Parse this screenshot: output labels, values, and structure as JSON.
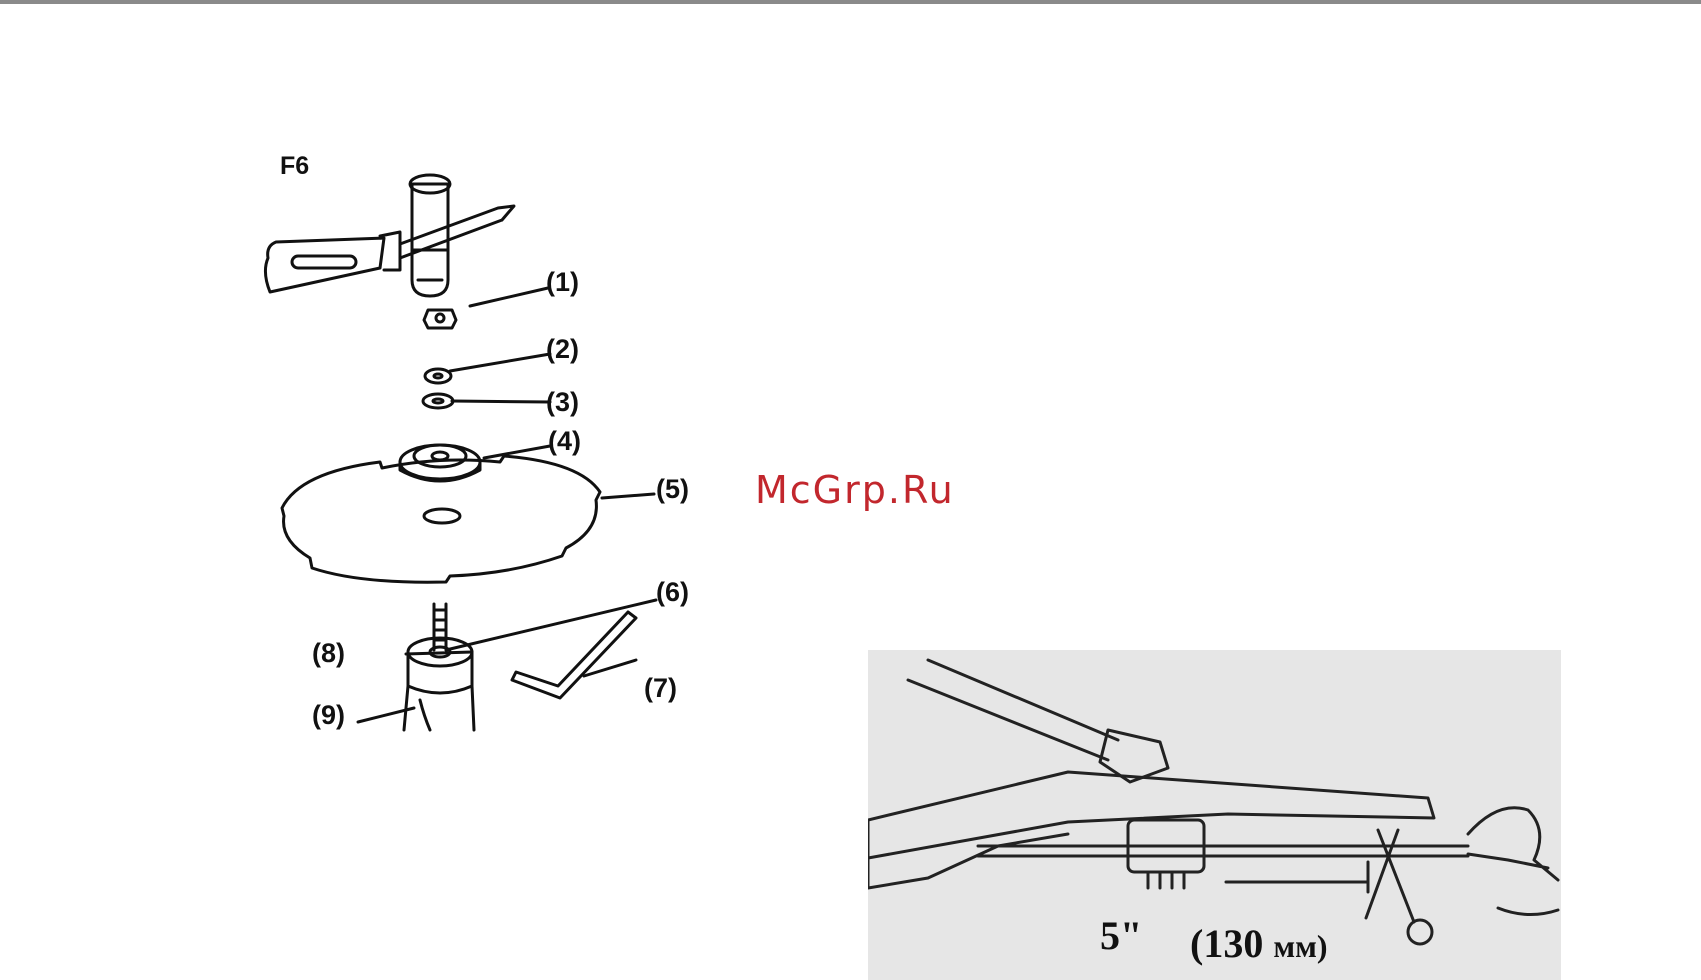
{
  "figure": {
    "label": "F6"
  },
  "callouts": [
    "(1)",
    "(2)",
    "(3)",
    "(4)",
    "(5)",
    "(6)",
    "(7)",
    "(8)",
    "(9)"
  ],
  "watermark": "McGrp.Ru",
  "measurement": {
    "inches": "5\"",
    "mm_value": "(130",
    "mm_unit": "мм)"
  },
  "colors": {
    "watermark": "#c2272d",
    "line_art": "#111111",
    "photo_bg": "#e6e6e6"
  }
}
